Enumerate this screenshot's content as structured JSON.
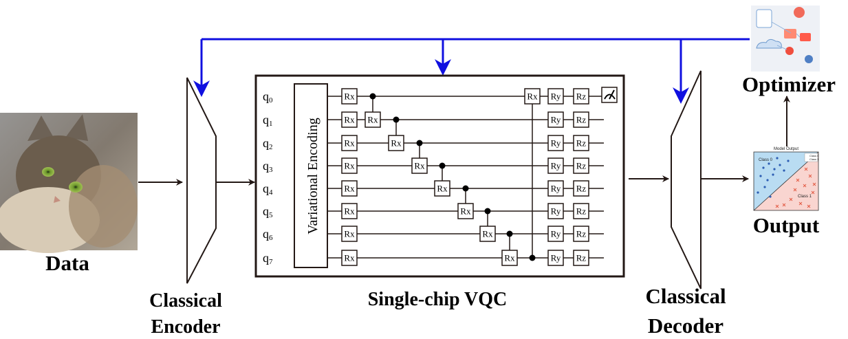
{
  "labels": {
    "data": "Data",
    "encoder_line1": "Classical",
    "encoder_line2": "Encoder",
    "vqc": "Single-chip VQC",
    "decoder_line1": "Classical",
    "decoder_line2": "Decoder",
    "optimizer": "Optimizer",
    "output": "Output",
    "variational_encoding": "Variational Encoding"
  },
  "qubits": [
    {
      "base": "q",
      "index": "0"
    },
    {
      "base": "q",
      "index": "1"
    },
    {
      "base": "q",
      "index": "2"
    },
    {
      "base": "q",
      "index": "3"
    },
    {
      "base": "q",
      "index": "4"
    },
    {
      "base": "q",
      "index": "5"
    },
    {
      "base": "q",
      "index": "6"
    },
    {
      "base": "q",
      "index": "7"
    }
  ],
  "gates": {
    "rx": "Rx",
    "ry": "Ry",
    "rz": "Rz"
  },
  "output_plot": {
    "title": "Model Output",
    "class0": "Class 0",
    "class1": "Class 1",
    "legend0": "Class 0",
    "legend1": "Class 1"
  },
  "colors": {
    "feedback": "#1010e0",
    "arrow": "#231815",
    "class0_region": "#b9dcf2",
    "class1_region": "#f9d5d0"
  },
  "icons": {
    "data": "cat-photo",
    "optimizer": "cloud-network-illustration",
    "measure": "measurement-meter-icon"
  }
}
